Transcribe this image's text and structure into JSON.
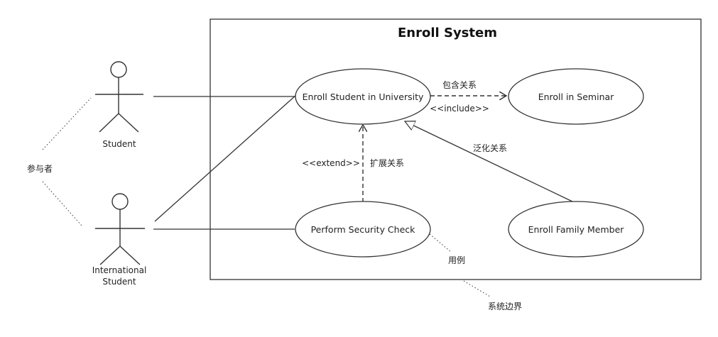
{
  "system": {
    "title": "Enroll System"
  },
  "actors": {
    "student": "Student",
    "international_line1": "International",
    "international_line2": "Student"
  },
  "use_cases": {
    "enroll_university": "Enroll Student in University",
    "enroll_seminar": "Enroll in Seminar",
    "security_check": "Perform Security Check",
    "family_member": "Enroll Family Member"
  },
  "relations": {
    "include_cn": "包含关系",
    "include_stereotype": "<<include>>",
    "extend_stereotype": "<<extend>>",
    "extend_cn": "扩展关系",
    "generalization_cn": "泛化关系"
  },
  "notes": {
    "actor": "参与者",
    "use_case": "用例",
    "system_boundary": "系统边界"
  },
  "colors": {
    "line": "#333333",
    "dotted": "#555555",
    "text": "#222222"
  }
}
